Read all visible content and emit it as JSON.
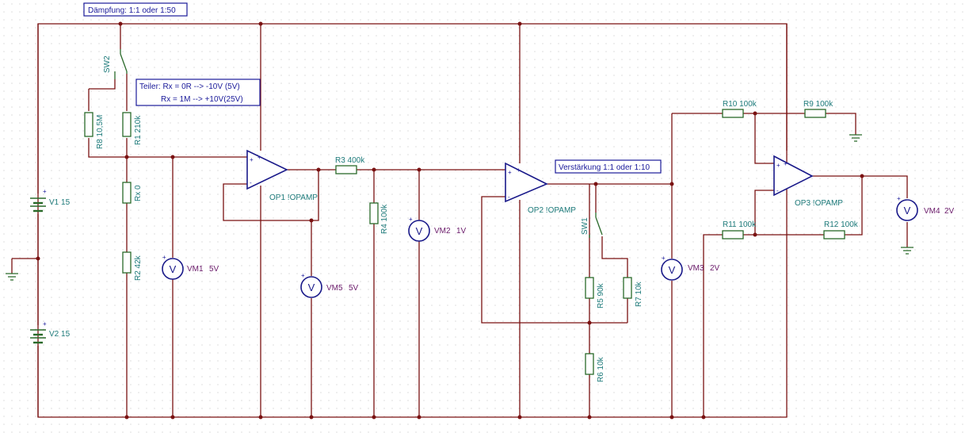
{
  "notes": {
    "attenuation": "Dämpfung: 1:1 oder 1:50",
    "divider_line1": "Teiler: Rx = 0R --> -10V (5V)",
    "divider_line2": "Rx = 1M --> +10V(25V)",
    "gain": "Verstärkung 1:1 oder 1:10"
  },
  "sources": {
    "v1": "V1 15",
    "v2": "V2 15"
  },
  "switches": {
    "sw2": "SW2",
    "sw1": "SW1"
  },
  "resistors": {
    "r8": "R8 10,5M",
    "r1": "R1 210k",
    "rx": "Rx 0",
    "r2": "R2 42k",
    "r3": "R3 400k",
    "r4": "R4 100k",
    "r5": "R5 90k",
    "r6": "R6 10k",
    "r7": "R7 10k",
    "r9": "R9 100k",
    "r10": "R10 100k",
    "r11": "R11 100k",
    "r12": "R12 100k"
  },
  "opamps": {
    "op1": "OP1 !OPAMP",
    "op2": "OP2 !OPAMP",
    "op3": "OP3 !OPAMP"
  },
  "meters": {
    "vm1_name": "VM1",
    "vm1_value": "5V",
    "vm2_name": "VM2",
    "vm2_value": "1V",
    "vm3_name": "VM3",
    "vm3_value": "2V",
    "vm4_name": "VM4",
    "vm4_value": "2V",
    "vm5_name": "VM5",
    "vm5_value": "5V"
  },
  "symbols": {
    "meter": "V",
    "plus": "+",
    "minus": "-"
  },
  "colors": {
    "wire": "#7a1212",
    "component": "#2a6a2a",
    "label": "#1d7a7a",
    "meter_label": "#6a1a6a",
    "note": "#1a1a9a"
  }
}
